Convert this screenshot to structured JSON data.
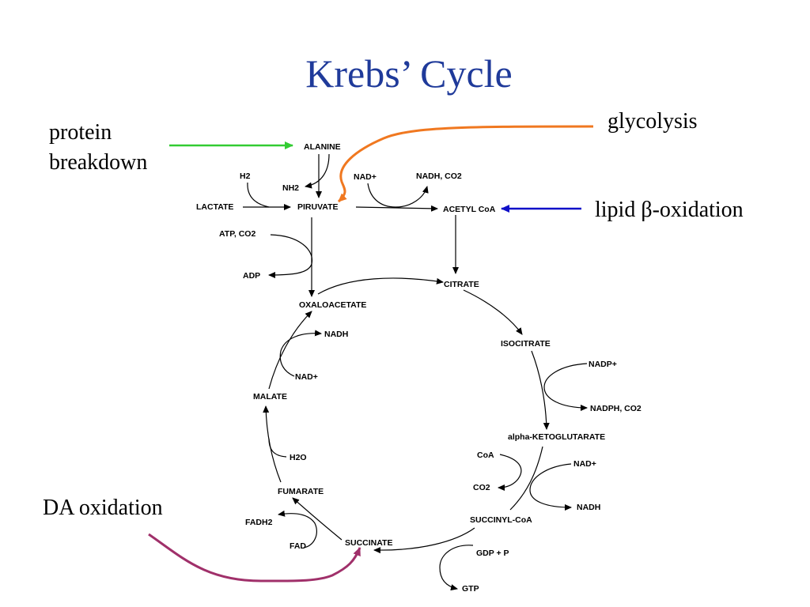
{
  "title": "Krebs’ Cycle",
  "inputs": {
    "protein_line1": "protein",
    "protein_line2": "breakdown",
    "glycolysis": "glycolysis",
    "lipid_prefix": "lipid ",
    "lipid_beta": "β",
    "lipid_suffix": "-oxidation",
    "da": "DA oxidation"
  },
  "metabolites": {
    "alanine": "ALANINE",
    "piruvate": "PIRUVATE",
    "lactate": "LACTATE",
    "acetyl_coa": "ACETYL CoA",
    "citrate": "CITRATE",
    "isocitrate": "ISOCITRATE",
    "akg": "alpha-KETOGLUTARATE",
    "succinyl_coa": "SUCCINYL-CoA",
    "succinate": "SUCCINATE",
    "fumarate": "FUMARATE",
    "malate": "MALATE",
    "oxaloacetate": "OXALOACETATE"
  },
  "cofactors": {
    "h2": "H2",
    "nh2": "NH2",
    "nad_pdh": "NAD+",
    "nadh_co2": "NADH, CO2",
    "atp_co2": "ATP, CO2",
    "adp": "ADP",
    "nadh_mdh": "NADH",
    "nad_mdh": "NAD+",
    "nadp": "NADP+",
    "nadph_co2": "NADPH, CO2",
    "coa": "CoA",
    "co2": "CO2",
    "nad_akg": "NAD+",
    "nadh_akg": "NADH",
    "gdp_p": "GDP + P",
    "gtp": "GTP",
    "fadh2": "FADH2",
    "fad": "FAD",
    "h2o": "H2O"
  },
  "colors": {
    "title": "#1f3a9a",
    "protein_arrow": "#33cc33",
    "glycolysis_arrow": "#f07820",
    "lipid_arrow": "#1010c8",
    "da_arrow": "#a0306a"
  }
}
